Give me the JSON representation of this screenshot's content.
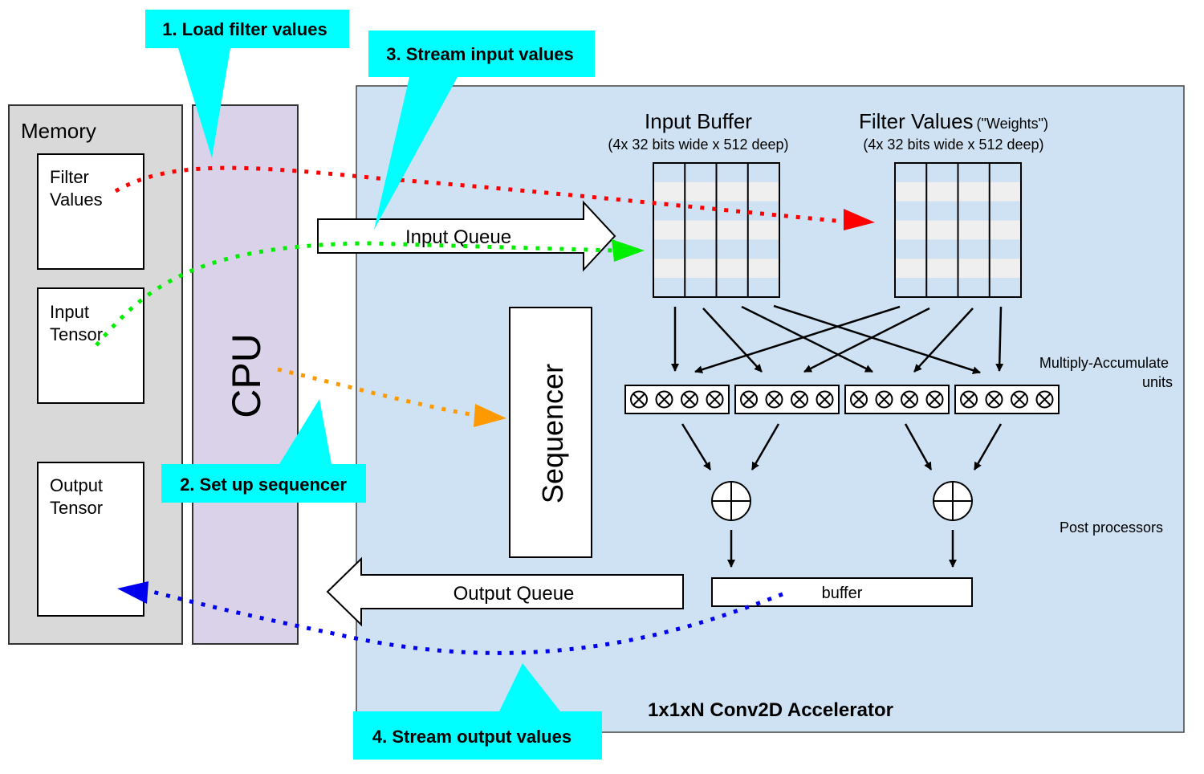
{
  "memory": {
    "title": "Memory",
    "filter_values": [
      "Filter",
      "Values"
    ],
    "input_tensor": [
      "Input",
      "Tensor"
    ],
    "output_tensor": [
      "Output",
      "Tensor"
    ]
  },
  "cpu_label": "CPU",
  "sequencer_label": "Sequencer",
  "accelerator_label": "1x1xN Conv2D Accelerator",
  "input_buffer": {
    "title": "Input Buffer",
    "subtitle": "(4x 32 bits wide x 512 deep)"
  },
  "filter_buffer": {
    "title": "Filter Values",
    "title_suffix": "(\"Weights\")",
    "subtitle": "(4x 32 bits wide x 512 deep)"
  },
  "input_queue_label": "Input Queue",
  "output_queue_label": "Output Queue",
  "mac_label": [
    "Multiply-Accumulate",
    "units"
  ],
  "mac_symbol": "⊗",
  "post_processors_label": "Post processors",
  "buffer_label": "buffer",
  "callouts": {
    "load_filter": "1. Load filter values",
    "setup_sequencer": "2. Set up sequencer",
    "stream_input": "3. Stream input values",
    "stream_output": "4. Stream output values"
  },
  "colors": {
    "accelerator_bg": "#cfe2f3",
    "memory_bg": "#d9d9d9",
    "cpu_bg": "#d9d2e9",
    "callout_bg": "#00ffff",
    "filter_flow": "#ff0000",
    "input_flow": "#00ff00",
    "sequencer_flow": "#ff9900",
    "output_flow": "#0000ff",
    "buffer_stripe": "#cfe2f3",
    "buffer_stripe_alt": "#efefef"
  }
}
